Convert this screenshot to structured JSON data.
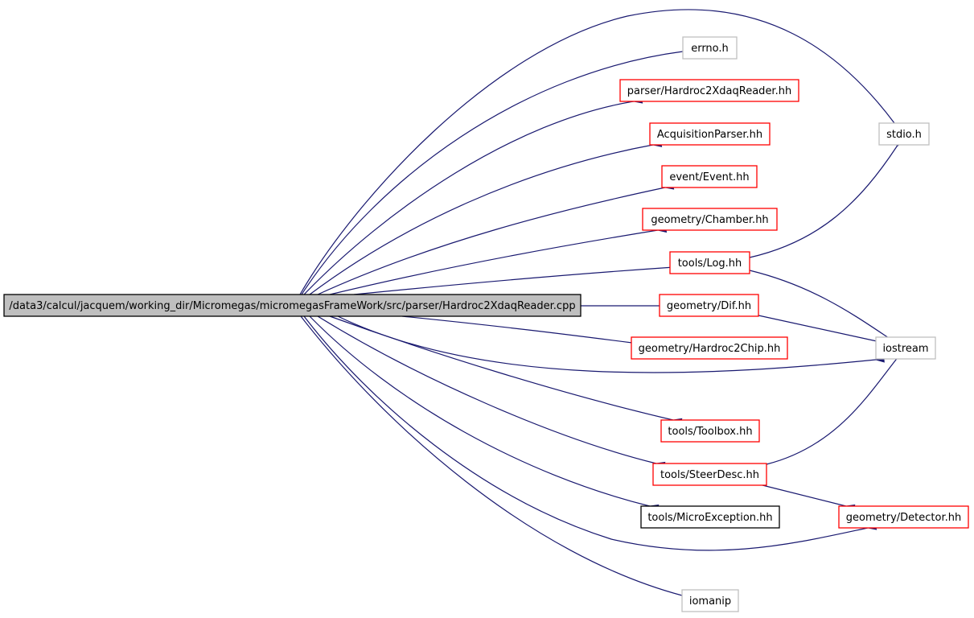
{
  "diagram": {
    "type": "include-dependency-graph",
    "colors": {
      "edge": "#191970",
      "root_fill": "#bfbfbf",
      "red_border": "#ff0000",
      "black_border": "#000000",
      "gray_border": "#bfbfbf"
    },
    "nodes": [
      {
        "id": "root",
        "label": "/data3/calcul/jacquem/working_dir/Micromegas/micromegasFrameWork/src/parser/Hardroc2XdaqReader.cpp",
        "style": "root"
      },
      {
        "id": "errno",
        "label": "errno.h",
        "style": "gray"
      },
      {
        "id": "reader",
        "label": "parser/Hardroc2XdaqReader.hh",
        "style": "red"
      },
      {
        "id": "acq",
        "label": "AcquisitionParser.hh",
        "style": "red"
      },
      {
        "id": "event",
        "label": "event/Event.hh",
        "style": "red"
      },
      {
        "id": "chamber",
        "label": "geometry/Chamber.hh",
        "style": "red"
      },
      {
        "id": "log",
        "label": "tools/Log.hh",
        "style": "red"
      },
      {
        "id": "dif",
        "label": "geometry/Dif.hh",
        "style": "red"
      },
      {
        "id": "chip",
        "label": "geometry/Hardroc2Chip.hh",
        "style": "red"
      },
      {
        "id": "toolbox",
        "label": "tools/Toolbox.hh",
        "style": "red"
      },
      {
        "id": "steer",
        "label": "tools/SteerDesc.hh",
        "style": "red"
      },
      {
        "id": "micro",
        "label": "tools/MicroException.hh",
        "style": "black"
      },
      {
        "id": "iomanip",
        "label": "iomanip",
        "style": "gray"
      },
      {
        "id": "stdio",
        "label": "stdio.h",
        "style": "gray"
      },
      {
        "id": "iostream",
        "label": "iostream",
        "style": "gray"
      },
      {
        "id": "detector",
        "label": "geometry/Detector.hh",
        "style": "red"
      }
    ],
    "edges": [
      {
        "from": "root",
        "to": "stdio"
      },
      {
        "from": "root",
        "to": "errno"
      },
      {
        "from": "root",
        "to": "reader"
      },
      {
        "from": "root",
        "to": "acq"
      },
      {
        "from": "root",
        "to": "event"
      },
      {
        "from": "root",
        "to": "chamber"
      },
      {
        "from": "root",
        "to": "log"
      },
      {
        "from": "root",
        "to": "dif"
      },
      {
        "from": "root",
        "to": "chip"
      },
      {
        "from": "root",
        "to": "iostream"
      },
      {
        "from": "root",
        "to": "toolbox"
      },
      {
        "from": "root",
        "to": "steer"
      },
      {
        "from": "root",
        "to": "micro"
      },
      {
        "from": "root",
        "to": "detector"
      },
      {
        "from": "root",
        "to": "iomanip"
      },
      {
        "from": "log",
        "to": "stdio"
      },
      {
        "from": "log",
        "to": "iostream"
      },
      {
        "from": "dif",
        "to": "iostream"
      },
      {
        "from": "steer",
        "to": "iostream"
      },
      {
        "from": "steer",
        "to": "detector"
      }
    ]
  }
}
